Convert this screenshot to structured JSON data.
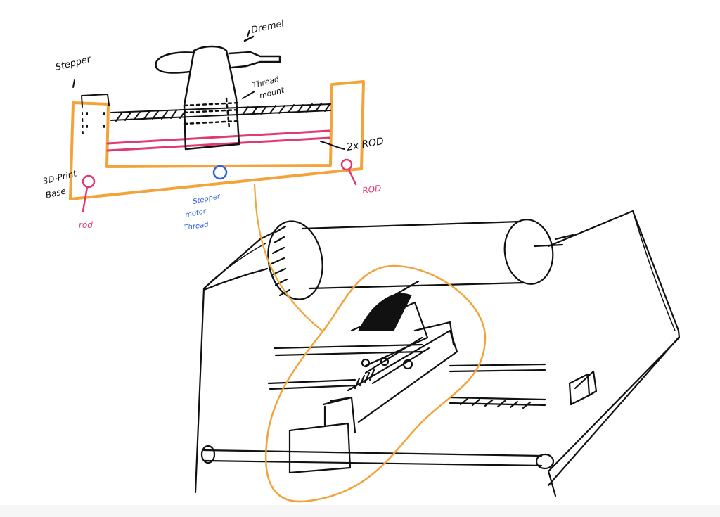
{
  "colors": {
    "ink": "#111111",
    "orange": "#f2a33a",
    "pink": "#e03a72",
    "blue": "#2f5fe0",
    "background": "#ffffff"
  },
  "labels": {
    "dremel": "Dremel",
    "stepper": "Stepper",
    "thread_mount_line1": "Thread",
    "thread_mount_line2": "mount",
    "rods": "2x ROD",
    "base_line1": "3D-Print",
    "base_line2": "Base",
    "rod_left": "rod",
    "rod_right": "ROD",
    "stepper_thread_line1": "Stepper",
    "stepper_thread_line2": "motor",
    "stepper_thread_line3": "Thread"
  }
}
